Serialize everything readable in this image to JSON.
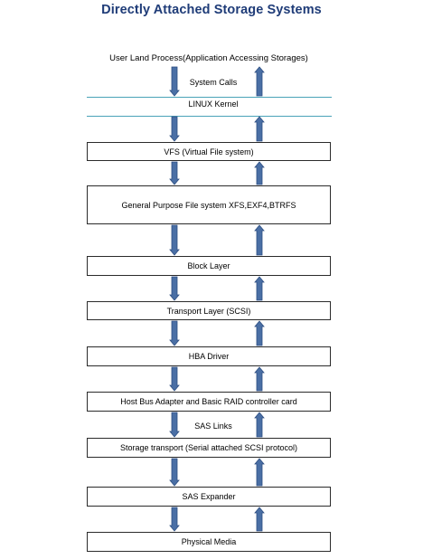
{
  "title": "Directly Attached Storage Systems",
  "top_label": "User Land Process(Application Accessing Storages)",
  "syscall_label": "System Calls",
  "kernel_label": "LINUX Kernel",
  "sas_links_label": "SAS Links",
  "layers": [
    "VFS (Virtual File system)",
    "General Purpose File system XFS,EXF4,BTRFS",
    "Block Layer",
    "Transport Layer (SCSI)",
    "HBA Driver",
    "Host Bus Adapter and Basic RAID controller card",
    "Storage transport (Serial attached SCSI protocol)",
    "SAS Expander",
    "Physical Media"
  ],
  "colors": {
    "arrow": "#4a6fa5",
    "arrow_edge": "#2e4f82",
    "kernel_line": "#4aa3b8",
    "title": "#1f3c78"
  }
}
